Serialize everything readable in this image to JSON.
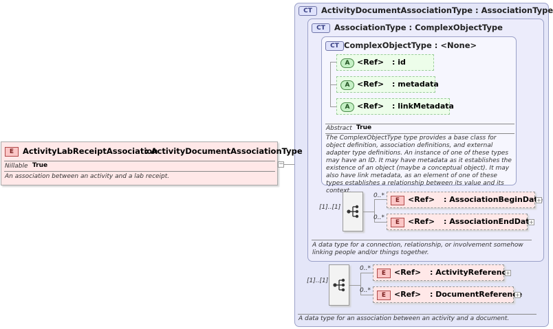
{
  "root_element": {
    "badge": "E",
    "name": "ActivityLabReceiptAssociation",
    "type": ": ActivityDocumentAssociationType",
    "nillable_label": "Nillable",
    "nillable_value": "True",
    "description": "An association between an activity and a lab receipt."
  },
  "outer_type": {
    "badge": "CT",
    "title": "ActivityDocumentAssociationType : AssociationType",
    "description": "A data type for an association between an activity and a document.",
    "sequence_occurrence": "[1]..[1]",
    "elements": [
      {
        "badge": "E",
        "ref": "<Ref>",
        "name": ": ActivityReference",
        "occurrence": "0..*"
      },
      {
        "badge": "E",
        "ref": "<Ref>",
        "name": ": DocumentReference",
        "occurrence": "0..*"
      }
    ]
  },
  "middle_type": {
    "badge": "CT",
    "title": "AssociationType : ComplexObjectType",
    "description": "A data type for a connection, relationship, or involvement somehow linking people and/or things together.",
    "sequence_occurrence": "[1]..[1]",
    "elements": [
      {
        "badge": "E",
        "ref": "<Ref>",
        "name": ": AssociationBeginDate",
        "occurrence": "0..*"
      },
      {
        "badge": "E",
        "ref": "<Ref>",
        "name": ": AssociationEndDate",
        "occurrence": "0..*"
      }
    ]
  },
  "inner_type": {
    "badge": "CT",
    "title": "ComplexObjectType : <None>",
    "abstract_label": "Abstract",
    "abstract_value": "True",
    "description": "The ComplexObjectType type provides a base class for object definition, association definitions, and external adapter type definitions. An instance of one of these types may have an ID. It may have metadata as it establishes the existence of an object (maybe a conceptual object). It may also have link metadata, as an element of one of these types establishes a relationship between its value and its context.",
    "attributes": [
      {
        "badge": "A",
        "ref": "<Ref>",
        "name": ": id"
      },
      {
        "badge": "A",
        "ref": "<Ref>",
        "name": ": metadata"
      },
      {
        "badge": "A",
        "ref": "<Ref>",
        "name": ": linkMetadata"
      }
    ]
  },
  "symbols": {
    "expand": "+",
    "collapse": "−"
  }
}
